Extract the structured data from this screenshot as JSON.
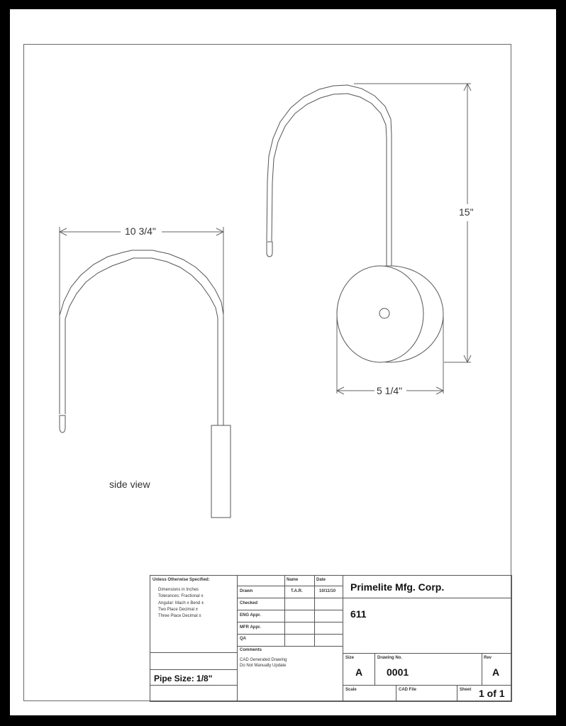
{
  "drawing": {
    "dimensions": {
      "side_width": "10 3/4\"",
      "front_height": "15\"",
      "base_width": "5 1/4\""
    },
    "view_labels": {
      "side": "side view"
    }
  },
  "title_block": {
    "notes": {
      "header": "Unless Otherwise Specified:",
      "lines": [
        "Dimensions in Inches",
        "Tolerances: Fractional    ±",
        "Angular: Mach ±    Bend   ±",
        "Two Place Decimal          ±",
        "Three Place Decimal        ±"
      ]
    },
    "pipe_size": "Pipe Size: 1/8\"",
    "approvals": {
      "headers": {
        "name": "Name",
        "date": "Date"
      },
      "rows": [
        {
          "role": "Drawn",
          "name": "T.A.R.",
          "date": "10/11/10"
        },
        {
          "role": "Checked",
          "name": "",
          "date": ""
        },
        {
          "role": "ENG Appr.",
          "name": "",
          "date": ""
        },
        {
          "role": "MFR Appr.",
          "name": "",
          "date": ""
        },
        {
          "role": "QA",
          "name": "",
          "date": ""
        }
      ]
    },
    "comments": {
      "header": "Comments",
      "lines": [
        "CAD Generated Drawing",
        "Do Not Manually Update"
      ]
    },
    "company": "Primelite Mfg. Corp.",
    "title": "611",
    "size_label": "Size",
    "size_value": "A",
    "drawing_no_label": "Drawing No.",
    "drawing_no_value": "0001",
    "rev_label": "Rev",
    "rev_value": "A",
    "scale_label": "Scale",
    "scale_value": "",
    "cad_file_label": "CAD File",
    "cad_file_value": "",
    "sheet_label": "Sheet",
    "sheet_value": "1 of 1"
  }
}
